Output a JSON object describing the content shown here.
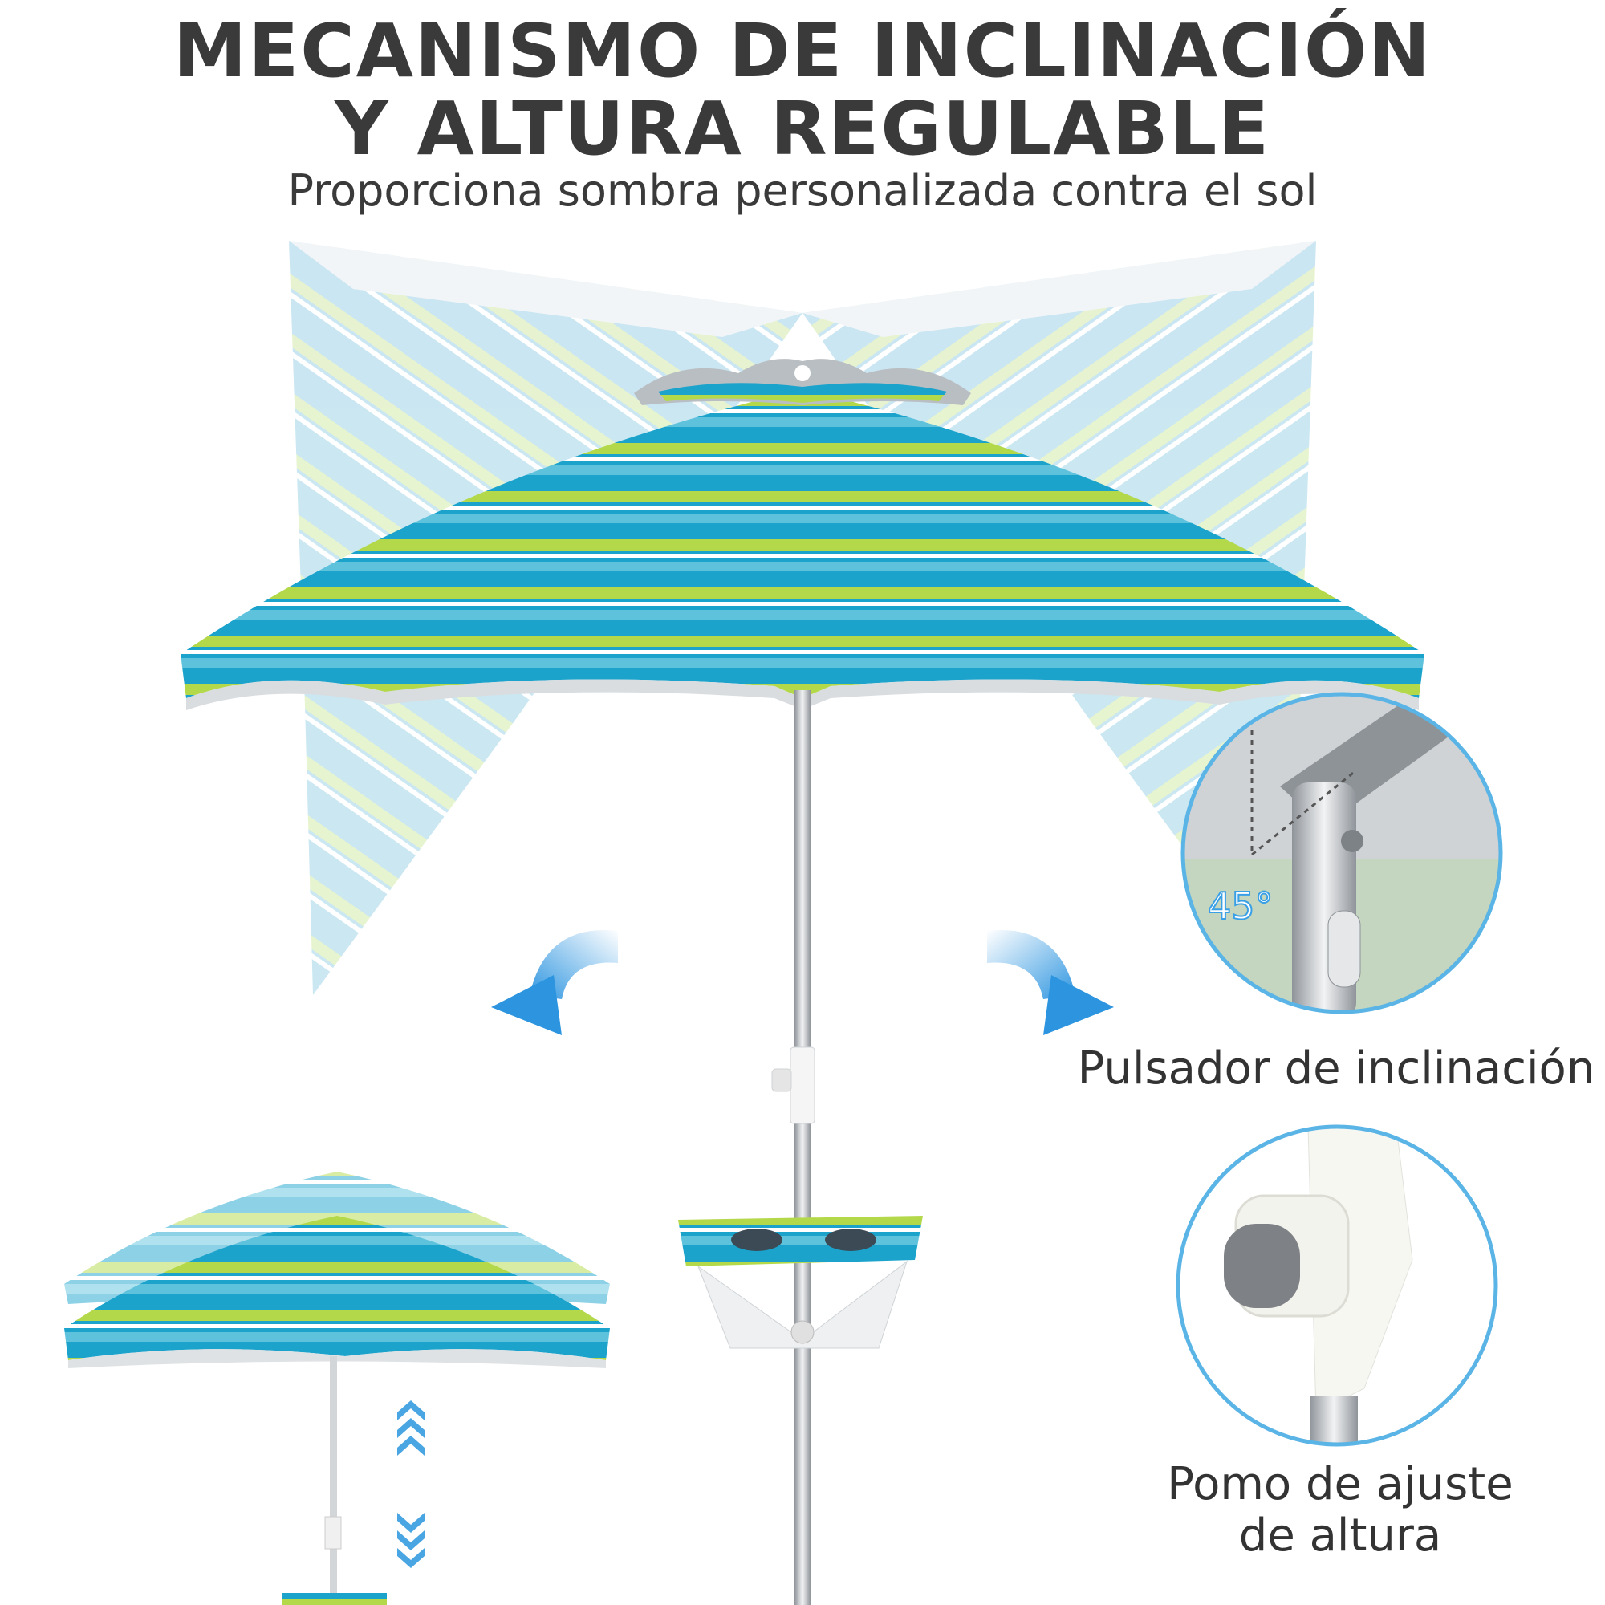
{
  "title_line1": "MECANISMO DE INCLINACIÓN",
  "title_line2": "Y ALTURA REGULABLE",
  "subtitle": "Proporciona sombra personalizada contra el sol",
  "tilt": {
    "angle_label": "45°",
    "caption": "Pulsador de inclinación"
  },
  "height": {
    "caption_line1": "Pomo de ajuste",
    "caption_line2": "de altura"
  },
  "colors": {
    "canopy_blue": "#1ba3cc",
    "canopy_green": "#b3d84a",
    "arrow_blue": "#3aa0e6",
    "circle_border": "#5ab4e6",
    "text": "#3a3a3a"
  }
}
